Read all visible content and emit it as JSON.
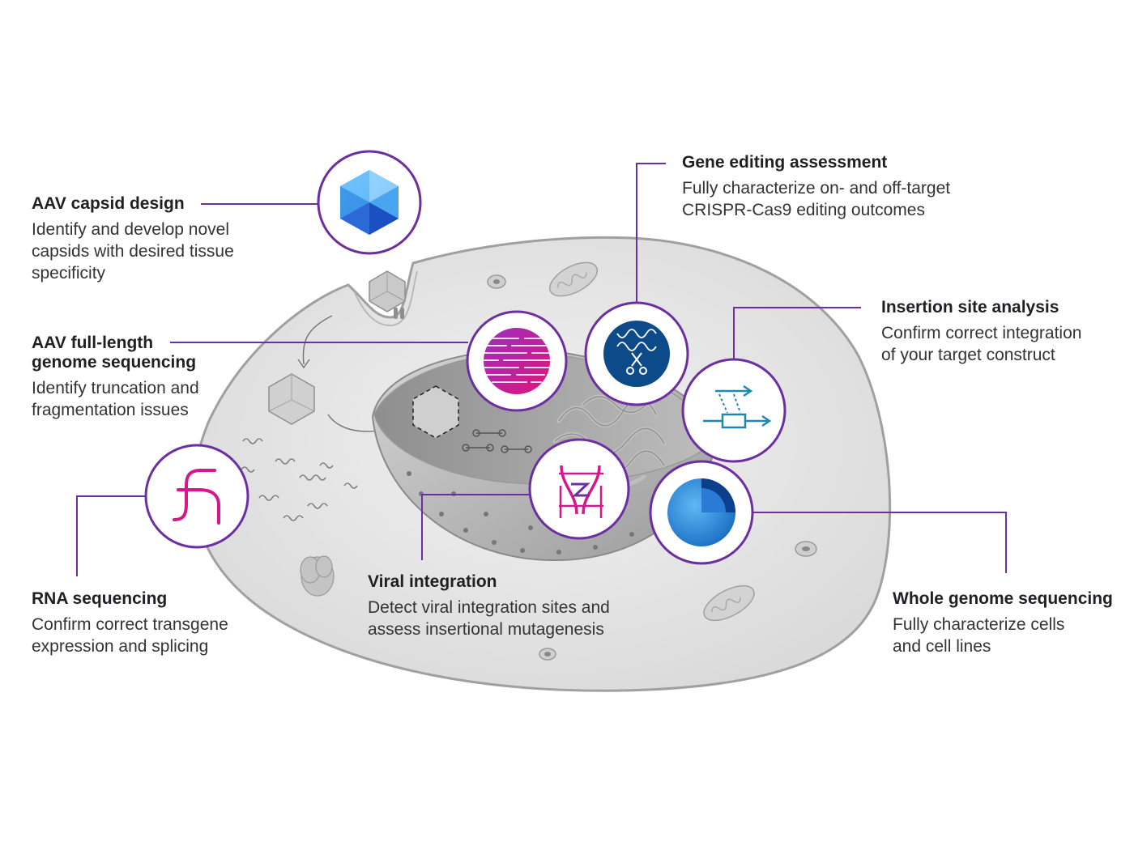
{
  "colors": {
    "accent": "#6b2fa0",
    "magenta": "#d6178a",
    "blue": "#2b8fe0",
    "navy": "#0d4a8a",
    "teal": "#1e88b5",
    "cell_fill": "#e6e6e6",
    "cell_stroke": "#9a9a9a"
  },
  "callouts": {
    "aav_capsid": {
      "title": "AAV capsid design",
      "desc": [
        "Identify and develop novel",
        "capsids with desired tissue",
        "specificity"
      ],
      "icon": "icosahedron-capsid-icon"
    },
    "aav_genome": {
      "title": [
        "AAV full-length",
        "genome sequencing"
      ],
      "desc": [
        "Identify truncation and",
        "fragmentation issues"
      ],
      "icon": "sequencing-reads-icon"
    },
    "rna_seq": {
      "title": "RNA sequencing",
      "desc": [
        "Confirm correct transgene",
        "expression and splicing"
      ],
      "icon": "rna-splicing-icon"
    },
    "gene_editing": {
      "title": "Gene editing assessment",
      "desc": [
        "Fully characterize on- and off-target",
        "CRISPR-Cas9 editing outcomes"
      ],
      "icon": "dna-scissors-icon"
    },
    "insertion_site": {
      "title": "Insertion site analysis",
      "desc": [
        "Confirm correct integration",
        "of your target construct"
      ],
      "icon": "construct-insertion-icon"
    },
    "viral_integration": {
      "title": "Viral integration",
      "desc": [
        "Detect viral integration sites and",
        "assess insertional mutagenesis"
      ],
      "icon": "viral-integration-dna-icon"
    },
    "wgs": {
      "title": "Whole genome sequencing",
      "desc": [
        "Fully characterize cells",
        "and cell lines"
      ],
      "icon": "genome-sphere-icon"
    }
  }
}
